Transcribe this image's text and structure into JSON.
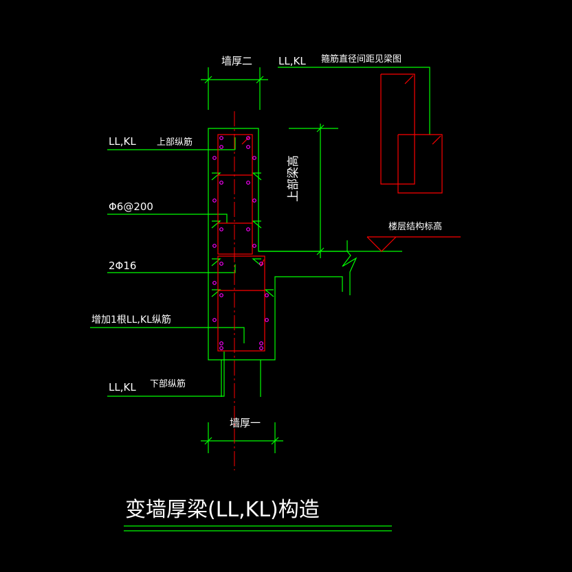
{
  "title": "变墙厚梁(LL,KL)构造",
  "labels": {
    "wall_thickness_two": "墙厚二",
    "wall_thickness_one": "墙厚一",
    "beam_code_top": "LL,KL",
    "stirrup_note": "箍筋直径间距见梁图",
    "top_rebar_code": "LL,KL",
    "top_rebar": "上部纵筋",
    "stirrup_spec": "Φ6@200",
    "bars_spec": "2Φ16",
    "extra_rebar": "增加1根LL,KL纵筋",
    "bottom_rebar_code": "LL,KL",
    "bottom_rebar": "下部纵筋",
    "floor_level": "楼层结构标高",
    "upper_beam_height": "上部梁高"
  },
  "colors": {
    "background": "#000000",
    "leader_lines": "#00ff00",
    "rebar": "#ff0000",
    "text": "#ffffff",
    "rebar_points": "#ff00ff",
    "centerline": "#ff0000"
  }
}
